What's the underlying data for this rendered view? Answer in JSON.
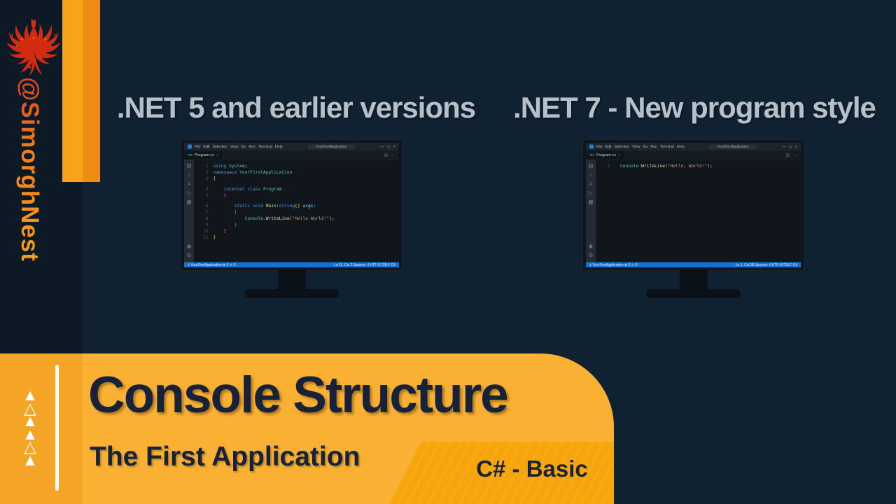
{
  "branding": {
    "handle": "@SimorghNest"
  },
  "headings": {
    "left": ".NET 5 and earlier versions",
    "right": ".NET 7 - New program style"
  },
  "vscode": {
    "menu": [
      "File",
      "Edit",
      "Selection",
      "View",
      "Go",
      "Run",
      "Terminal",
      "Help"
    ],
    "window_controls": [
      "—",
      "□",
      "×"
    ],
    "activity_icons": [
      "▤",
      "○",
      "⅄",
      "▷",
      "▦"
    ],
    "activity_icons_bottom": [
      "◉",
      "⚙"
    ],
    "tab_icon": "C#",
    "tab_label": "Program.cs",
    "tab_close": "×",
    "tab_actions": [
      "⊞",
      "⋯"
    ],
    "title": "YourFirstApplication",
    "status_left": "⅄ YourFirstApplication   ⊗ 0  ⚠ 0"
  },
  "monitors": {
    "left": {
      "status_right": "Ln 11, Col 2   Spaces: 4   UTF-8   CRLF   C#"
    },
    "right": {
      "status_right": "Ln 1, Col 36   Spaces: 4   UTF-8   CRLF   C#"
    }
  },
  "code_left": [
    {
      "n": "1",
      "seg": [
        [
          "kw",
          "using "
        ],
        [
          "type",
          "System"
        ],
        [
          "pl",
          ";"
        ]
      ]
    },
    {
      "n": "2",
      "seg": [
        [
          "kw",
          "namespace "
        ],
        [
          "type",
          "YourFirstApplication"
        ]
      ]
    },
    {
      "n": "3",
      "seg": [
        [
          "b1",
          "{"
        ]
      ]
    },
    {
      "n": "4",
      "seg": [
        [
          "pl",
          "    "
        ],
        [
          "kw",
          "internal class "
        ],
        [
          "type",
          "Program"
        ]
      ]
    },
    {
      "n": "5",
      "seg": [
        [
          "pl",
          "    "
        ],
        [
          "b2",
          "{"
        ]
      ]
    },
    {
      "n": "6",
      "seg": [
        [
          "pl",
          "        "
        ],
        [
          "kw",
          "static void "
        ],
        [
          "fn",
          "Main"
        ],
        [
          "b3",
          "("
        ],
        [
          "kw",
          "string"
        ],
        [
          "b1",
          "[]"
        ],
        [
          "pl",
          " "
        ],
        [
          "pr",
          "args"
        ],
        [
          "b3",
          ")"
        ]
      ]
    },
    {
      "n": "7",
      "seg": [
        [
          "pl",
          "        "
        ],
        [
          "b3",
          "{"
        ]
      ]
    },
    {
      "n": "8",
      "seg": [
        [
          "pl",
          "            "
        ],
        [
          "type",
          "Console"
        ],
        [
          "pl",
          "."
        ],
        [
          "fn",
          "WriteLine"
        ],
        [
          "b1",
          "("
        ],
        [
          "st",
          "\"Hello World!\""
        ],
        [
          "b1",
          ")"
        ],
        [
          "pl",
          ";"
        ]
      ]
    },
    {
      "n": "9",
      "seg": [
        [
          "pl",
          "        "
        ],
        [
          "b3",
          "}"
        ]
      ]
    },
    {
      "n": "10",
      "seg": [
        [
          "pl",
          "    "
        ],
        [
          "b2",
          "}"
        ]
      ]
    },
    {
      "n": "11",
      "seg": [
        [
          "b1",
          "}"
        ]
      ]
    }
  ],
  "code_right": [
    {
      "n": "1",
      "seg": [
        [
          "pl",
          "  "
        ],
        [
          "type",
          "Console"
        ],
        [
          "pl",
          "."
        ],
        [
          "fn",
          "WriteLine"
        ],
        [
          "b1",
          "("
        ],
        [
          "st",
          "\"Hello, World!\""
        ],
        [
          "b1",
          ")"
        ],
        [
          "pl",
          ";"
        ]
      ]
    }
  ],
  "banner": {
    "title": "Console Structure",
    "subtitle": "The First Application",
    "tag": "C# - Basic",
    "arrows": [
      "▲",
      "△",
      "▲",
      "▲",
      "△",
      "▲"
    ]
  },
  "colors": {
    "background": "#102231",
    "left_column": "#0d1a26",
    "accent_orange_light": "#f9a21b",
    "accent_orange_dark": "#ee8d15",
    "banner_orange": "#f9b033",
    "tag_orange": "#f7a50a",
    "heading_gray": "#b6c0ca",
    "banner_text_navy": "#15223a",
    "statusbar_blue": "#1271d3"
  }
}
